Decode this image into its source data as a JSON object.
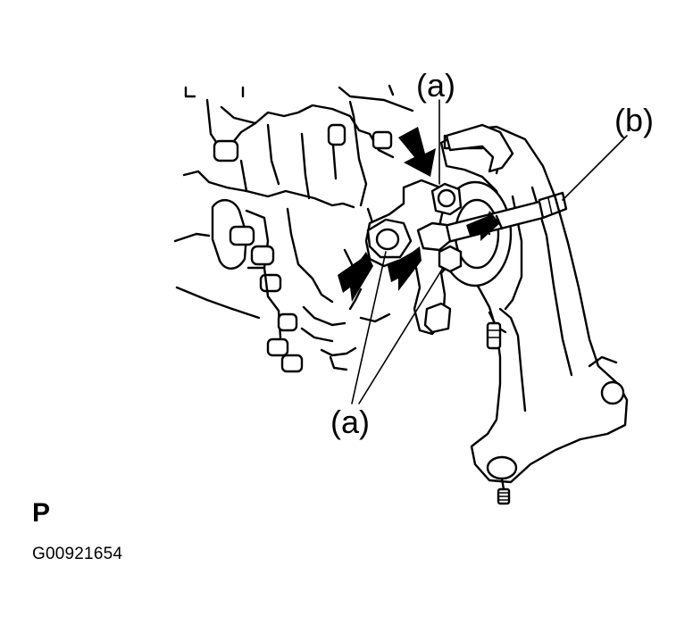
{
  "callouts": {
    "bolts_top": "(a)",
    "bolt_long": "(b)",
    "bolts_bottom": "(a)"
  },
  "view_letter": "P",
  "figure_id": "G00921654",
  "colors": {
    "ink": "#000000",
    "paper": "#ffffff"
  }
}
